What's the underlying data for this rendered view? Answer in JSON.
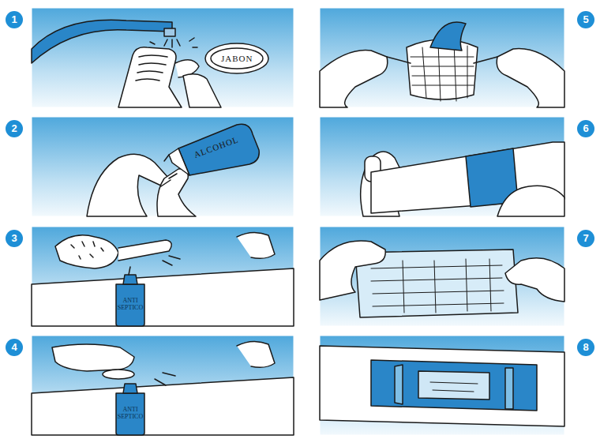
{
  "diagram": {
    "labels": [
      "1",
      "JABON",
      "2",
      "ALCOHOL",
      "3",
      "ANTI SEPTICO",
      "4",
      "ANTI SEPTICO",
      "5",
      "6",
      "7",
      "8"
    ]
  }
}
